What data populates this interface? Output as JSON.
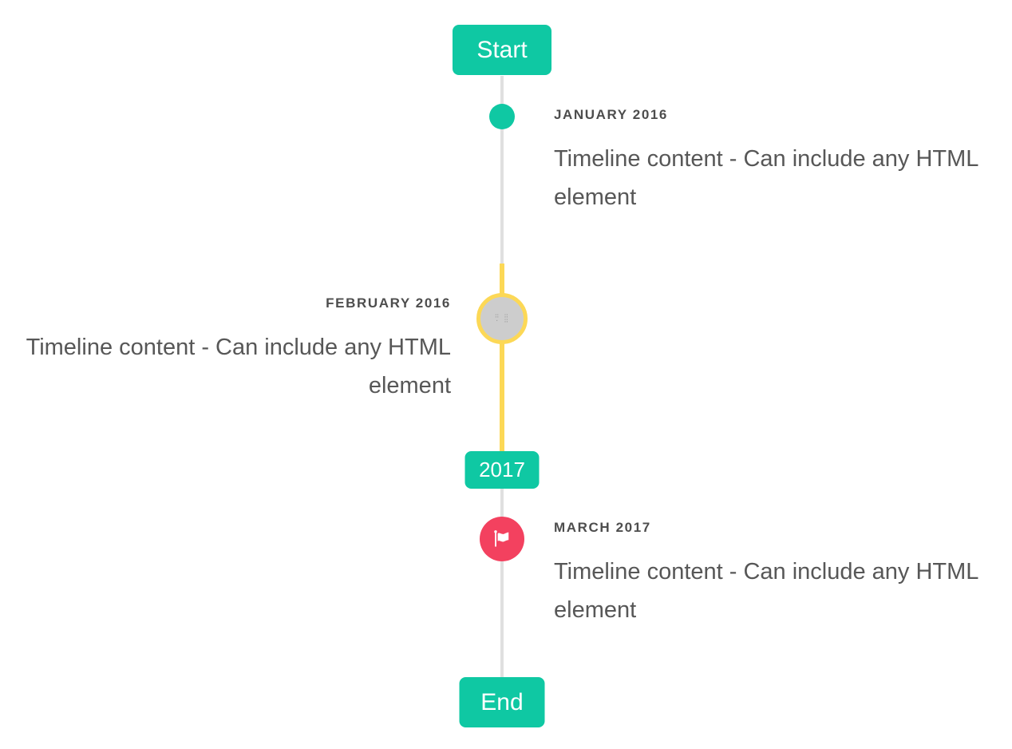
{
  "timeline": {
    "start_label": "Start",
    "end_label": "End",
    "year_badge_label": "2017",
    "events": [
      {
        "date_label": "JANUARY 2016",
        "content": "Timeline content - Can include any HTML element",
        "side": "right",
        "marker": "teal-dot"
      },
      {
        "date_label": "FEBRUARY 2016",
        "content": "Timeline content - Can include any HTML element",
        "side": "left",
        "marker": "gray-circle-with-broken-image-yellow-ring"
      },
      {
        "date_label": "MARCH 2017",
        "content": "Timeline content - Can include any HTML element",
        "side": "right",
        "marker": "red-circle-flag-icon"
      }
    ],
    "icons": {
      "flag_marker_icon": "flag-icon",
      "broken_image_glyph": "∷ ∷\n· ∷"
    },
    "colors": {
      "accent_teal": "#0fc8a3",
      "accent_yellow": "#fcd856",
      "accent_red": "#f3415f",
      "line_gray": "#e0e0e0",
      "marker_gray_fill": "#cdcdcd",
      "date_text": "#4d4d4d",
      "content_text": "#575757",
      "badge_text": "#ffffff"
    }
  }
}
